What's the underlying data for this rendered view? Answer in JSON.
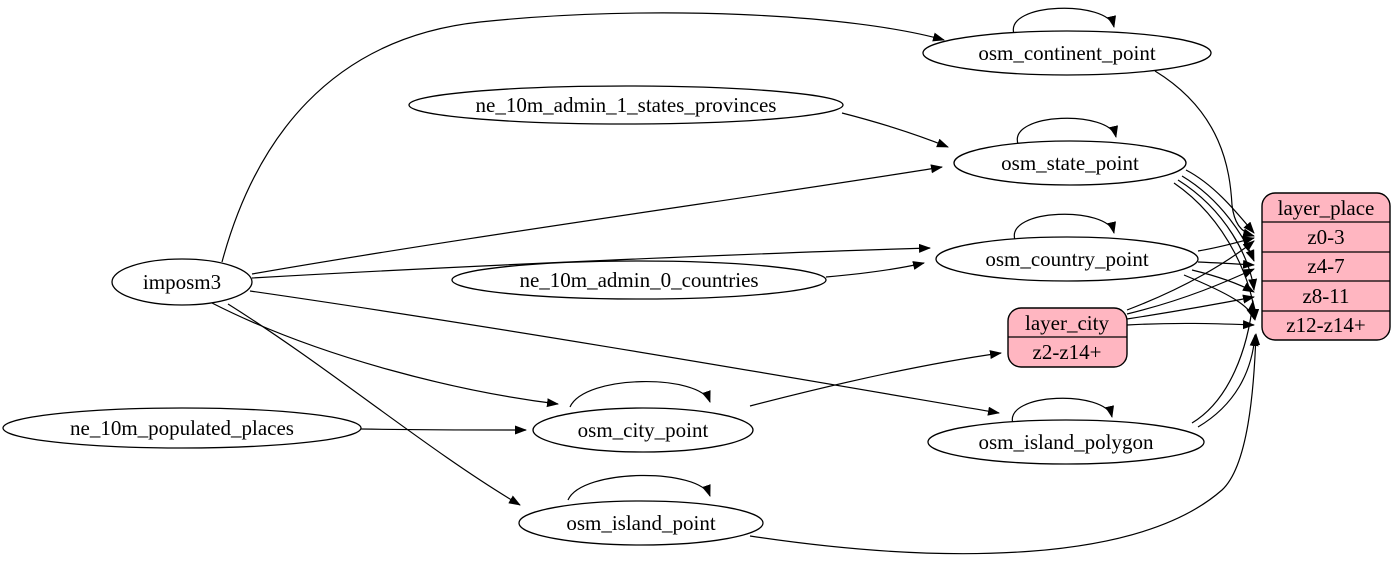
{
  "diagram_type": "etl-graph",
  "colors": {
    "background": "#ffffff",
    "table_fill": "#ffffff",
    "layer_fill": "#ffb6c1",
    "stroke": "#000000",
    "edge": "#000000"
  },
  "nodes": {
    "imposm3": {
      "label": "imposm3",
      "type": "source"
    },
    "ne_10m_admin_1_states_provinces": {
      "label": "ne_10m_admin_1_states_provinces",
      "type": "source"
    },
    "ne_10m_admin_0_countries": {
      "label": "ne_10m_admin_0_countries",
      "type": "source"
    },
    "ne_10m_populated_places": {
      "label": "ne_10m_populated_places",
      "type": "source"
    },
    "osm_continent_point": {
      "label": "osm_continent_point",
      "type": "table"
    },
    "osm_state_point": {
      "label": "osm_state_point",
      "type": "table"
    },
    "osm_country_point": {
      "label": "osm_country_point",
      "type": "table"
    },
    "osm_city_point": {
      "label": "osm_city_point",
      "type": "table"
    },
    "osm_island_polygon": {
      "label": "osm_island_polygon",
      "type": "table"
    },
    "osm_island_point": {
      "label": "osm_island_point",
      "type": "table"
    }
  },
  "records": {
    "layer_city": {
      "title": "layer_city",
      "rows": [
        "z2-z14+"
      ]
    },
    "layer_place": {
      "title": "layer_place",
      "rows": [
        "z0-3",
        "z4-7",
        "z8-11",
        "z12-z14+"
      ]
    }
  },
  "edges": [
    {
      "from": "imposm3",
      "to": "osm_continent_point"
    },
    {
      "from": "imposm3",
      "to": "osm_state_point"
    },
    {
      "from": "imposm3",
      "to": "osm_country_point"
    },
    {
      "from": "imposm3",
      "to": "osm_city_point"
    },
    {
      "from": "imposm3",
      "to": "osm_island_polygon"
    },
    {
      "from": "imposm3",
      "to": "osm_island_point"
    },
    {
      "from": "ne_10m_admin_1_states_provinces",
      "to": "osm_state_point"
    },
    {
      "from": "ne_10m_admin_0_countries",
      "to": "osm_country_point"
    },
    {
      "from": "ne_10m_populated_places",
      "to": "osm_city_point"
    },
    {
      "from": "osm_continent_point",
      "to": "osm_continent_point"
    },
    {
      "from": "osm_state_point",
      "to": "osm_state_point"
    },
    {
      "from": "osm_country_point",
      "to": "osm_country_point"
    },
    {
      "from": "osm_city_point",
      "to": "osm_city_point"
    },
    {
      "from": "osm_island_polygon",
      "to": "osm_island_polygon"
    },
    {
      "from": "osm_island_point",
      "to": "osm_island_point"
    },
    {
      "from": "osm_city_point",
      "to": "layer_city.z2-z14+"
    },
    {
      "from": "osm_continent_point",
      "to": "layer_place.z0-3"
    },
    {
      "from": "osm_state_point",
      "to": "layer_place.z0-3"
    },
    {
      "from": "osm_state_point",
      "to": "layer_place.z4-7"
    },
    {
      "from": "osm_state_point",
      "to": "layer_place.z8-11"
    },
    {
      "from": "osm_state_point",
      "to": "layer_place.z12-z14+"
    },
    {
      "from": "osm_country_point",
      "to": "layer_place.z0-3"
    },
    {
      "from": "osm_country_point",
      "to": "layer_place.z4-7"
    },
    {
      "from": "osm_country_point",
      "to": "layer_place.z8-11"
    },
    {
      "from": "osm_country_point",
      "to": "layer_place.z12-z14+"
    },
    {
      "from": "layer_city",
      "to": "layer_place.z0-3"
    },
    {
      "from": "layer_city",
      "to": "layer_place.z4-7"
    },
    {
      "from": "layer_city",
      "to": "layer_place.z8-11"
    },
    {
      "from": "layer_city",
      "to": "layer_place.z12-z14+"
    },
    {
      "from": "osm_island_polygon",
      "to": "layer_place.z8-11"
    },
    {
      "from": "osm_island_polygon",
      "to": "layer_place.z12-z14+"
    },
    {
      "from": "osm_island_point",
      "to": "layer_place.z12-z14+"
    }
  ]
}
